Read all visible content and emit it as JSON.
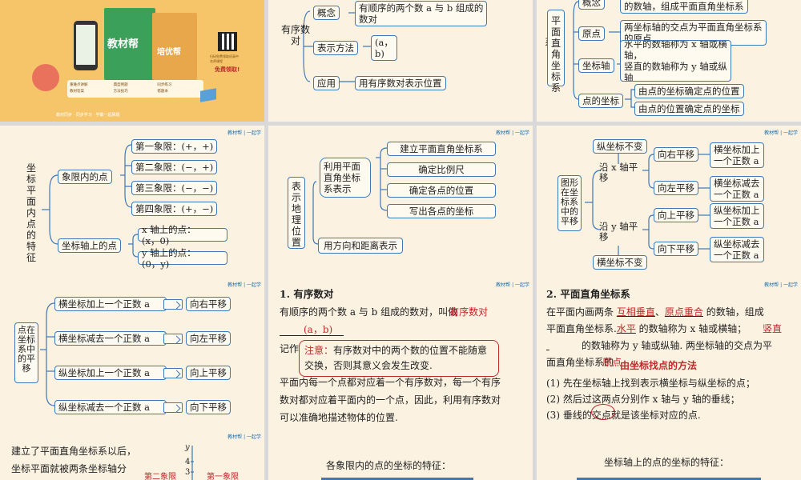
{
  "header_brand": "教材帮 | 一起学",
  "promo": {
    "title": "教材帮",
    "subtitle": "培优帮",
    "qr_caption_1": "扫码免费领取初高中",
    "qr_caption_2": "名师课程",
    "free": "免费领取!",
    "features": [
      "重难点讲解",
      "典型例题",
      "同步练习",
      "教材答案",
      "方法技巧",
      "错题本"
    ],
    "slogan": "教材同步 · 同步学习 · 学霸一起刷题"
  },
  "tile_ordered_pair_map": {
    "root": "有序数对",
    "concept": "概念",
    "concept_text": [
      "有顺序的两个数 a 与 b 组成的",
      "数对"
    ],
    "notation": "表示方法",
    "notation_text": [
      "(a，",
      "b)"
    ],
    "application": "应用",
    "application_text": "用有序数对表示位置"
  },
  "tile_coord_system_map": {
    "left_fragment": "系",
    "root": "平面直角坐标系",
    "concept": "概念",
    "concept_text": "的数轴，组成平面直角坐标系",
    "origin": "原点",
    "origin_text": [
      "两坐标轴的交点为平面直角坐标系",
      "的原点"
    ],
    "axis": "坐标轴",
    "axis_text": [
      "水平的数轴称为 x 轴或横",
      "轴，",
      "竖直的数轴称为 y 轴或纵",
      "轴"
    ],
    "point_coord": "点的坐标",
    "point_text_1": "由点的坐标确定点的位置",
    "point_text_2": "由点的位置确定点的坐标"
  },
  "tile_point_features": {
    "root": "坐标平面内点的特征",
    "quadrant_points": "象限内的点",
    "q1": "第一象限：(+，+)",
    "q2": "第二象限：(−，+)",
    "q3": "第三象限：(−，−)",
    "q4": "第四象限：(+，−)",
    "axis_points": "坐标轴上的点",
    "x_axis_1": "x 轴上的点：",
    "x_axis_2": "(x，0)",
    "y_axis_1": "y 轴上的点：",
    "y_axis_2": "(0，y)"
  },
  "tile_location": {
    "root": "表示地理位置",
    "method1": "利用平面直角坐标系表示",
    "steps": [
      "建立平面直角坐标系",
      "确定比例尺",
      "确定各点的位置",
      "写出各点的坐标"
    ],
    "method2": "用方向和距离表示"
  },
  "tile_translation_1": {
    "root": "图形在坐标系中的平移",
    "x_unchanged": "纵坐标不变",
    "along_x": "沿 x 轴平移",
    "right": "向右平移",
    "right_text": [
      "横坐标加上",
      "一个正数 a"
    ],
    "left": "向左平移",
    "left_text": [
      "横坐标减去",
      "一个正数 a"
    ],
    "along_y": "沿 y 轴平移",
    "y_unchanged": "横坐标不变",
    "up": "向上平移",
    "up_text": [
      "纵坐标加上",
      "一个正数 a"
    ],
    "down": "向下平移",
    "down_text": [
      "纵坐标减去",
      "一个正数 a"
    ]
  },
  "tile_translation_2": {
    "root": "点在坐标系中的平移",
    "rows": [
      {
        "cond": "横坐标加上一个正数 a",
        "result": "向右平移"
      },
      {
        "cond": "横坐标减去一个正数 a",
        "result": "向左平移"
      },
      {
        "cond": "纵坐标加上一个正数 a",
        "result": "向上平移"
      },
      {
        "cond": "纵坐标减去一个正数 a",
        "result": "向下平移"
      }
    ]
  },
  "tile_ordered_pair_text": {
    "heading": "1. 有序数对",
    "line1": "有顺序的两个数 a 与 b 组成的数对，叫做",
    "answer1": "有序数对",
    "answer2": "(a，b)",
    "line2_prefix": "记作",
    "note_label": "注意：",
    "note_line1": "有序数对中的两个数的位置不能随意",
    "note_line2": "交换，否则其意义会发生改变.",
    "para": [
      "平面内每一个点都对应着一个有序数对，每一个有序",
      "数对都对应着平面内的一个点，因此，利用有序数对",
      "可以准确地描述物体的位置."
    ]
  },
  "tile_coord_text": {
    "heading": "2. 平面直角坐标系",
    "line1_a": "在平面内画两条",
    "answer_perp": "互相垂直",
    "answer_origin": "原点重合",
    "line1_b": "的数轴，组成",
    "line2_a": "平面直角坐标系.",
    "answer_horizontal": "水平",
    "line2_b": "的数轴称为",
    "line2_c": "x 轴或横轴；",
    "answer_vertical": "竖直",
    "line3": "的数轴称为 y 轴或纵轴. 两坐标轴的交点为平",
    "line4": "面直角坐标系的",
    "answer_origin2": "原点",
    "method_title": "由坐标找点的方法",
    "steps": [
      "(1)  先在坐标轴上找到表示横坐标与纵坐标的点；",
      "(2)  然后过这两点分别作  x 轴与  y 轴的垂线；",
      "(3)  垂线的交点就是该坐标对应的点."
    ]
  },
  "tile_quadrants": {
    "line1": "建立了平面直角坐标系以后，",
    "line2": "坐标平面就被两条坐标轴分",
    "axis_y": "y",
    "ticks": [
      "4",
      "3"
    ],
    "q2": "第二象限",
    "q1": "第一象限"
  },
  "tile_quad_features": {
    "title": "各象限内的点的坐标的特征："
  },
  "tile_axis_features": {
    "title": "坐标轴上的点的坐标的特征："
  }
}
